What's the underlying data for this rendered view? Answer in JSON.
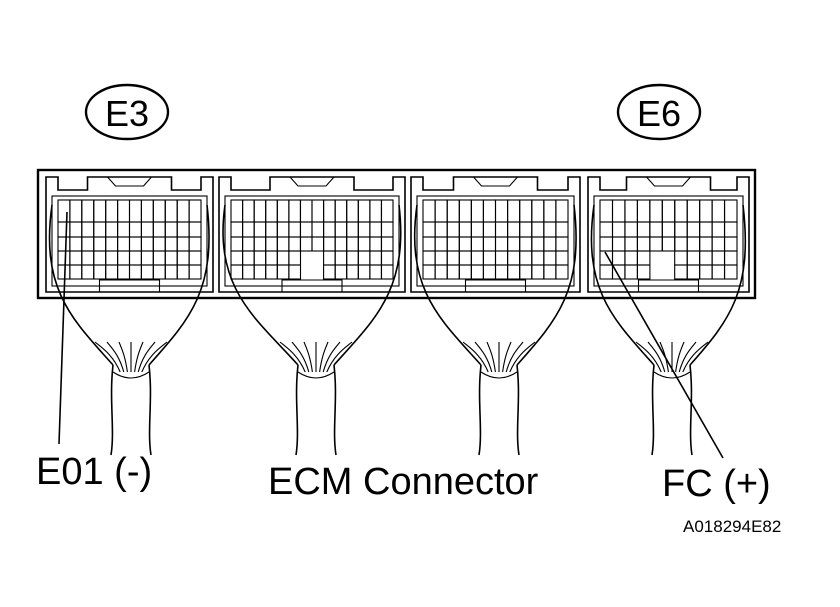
{
  "labels": {
    "left_connector": "E3",
    "right_connector": "E6",
    "left_terminal": "E01 (-)",
    "right_terminal": "FC (+)",
    "caption": "ECM Connector",
    "figure_id": "A018294E82"
  }
}
